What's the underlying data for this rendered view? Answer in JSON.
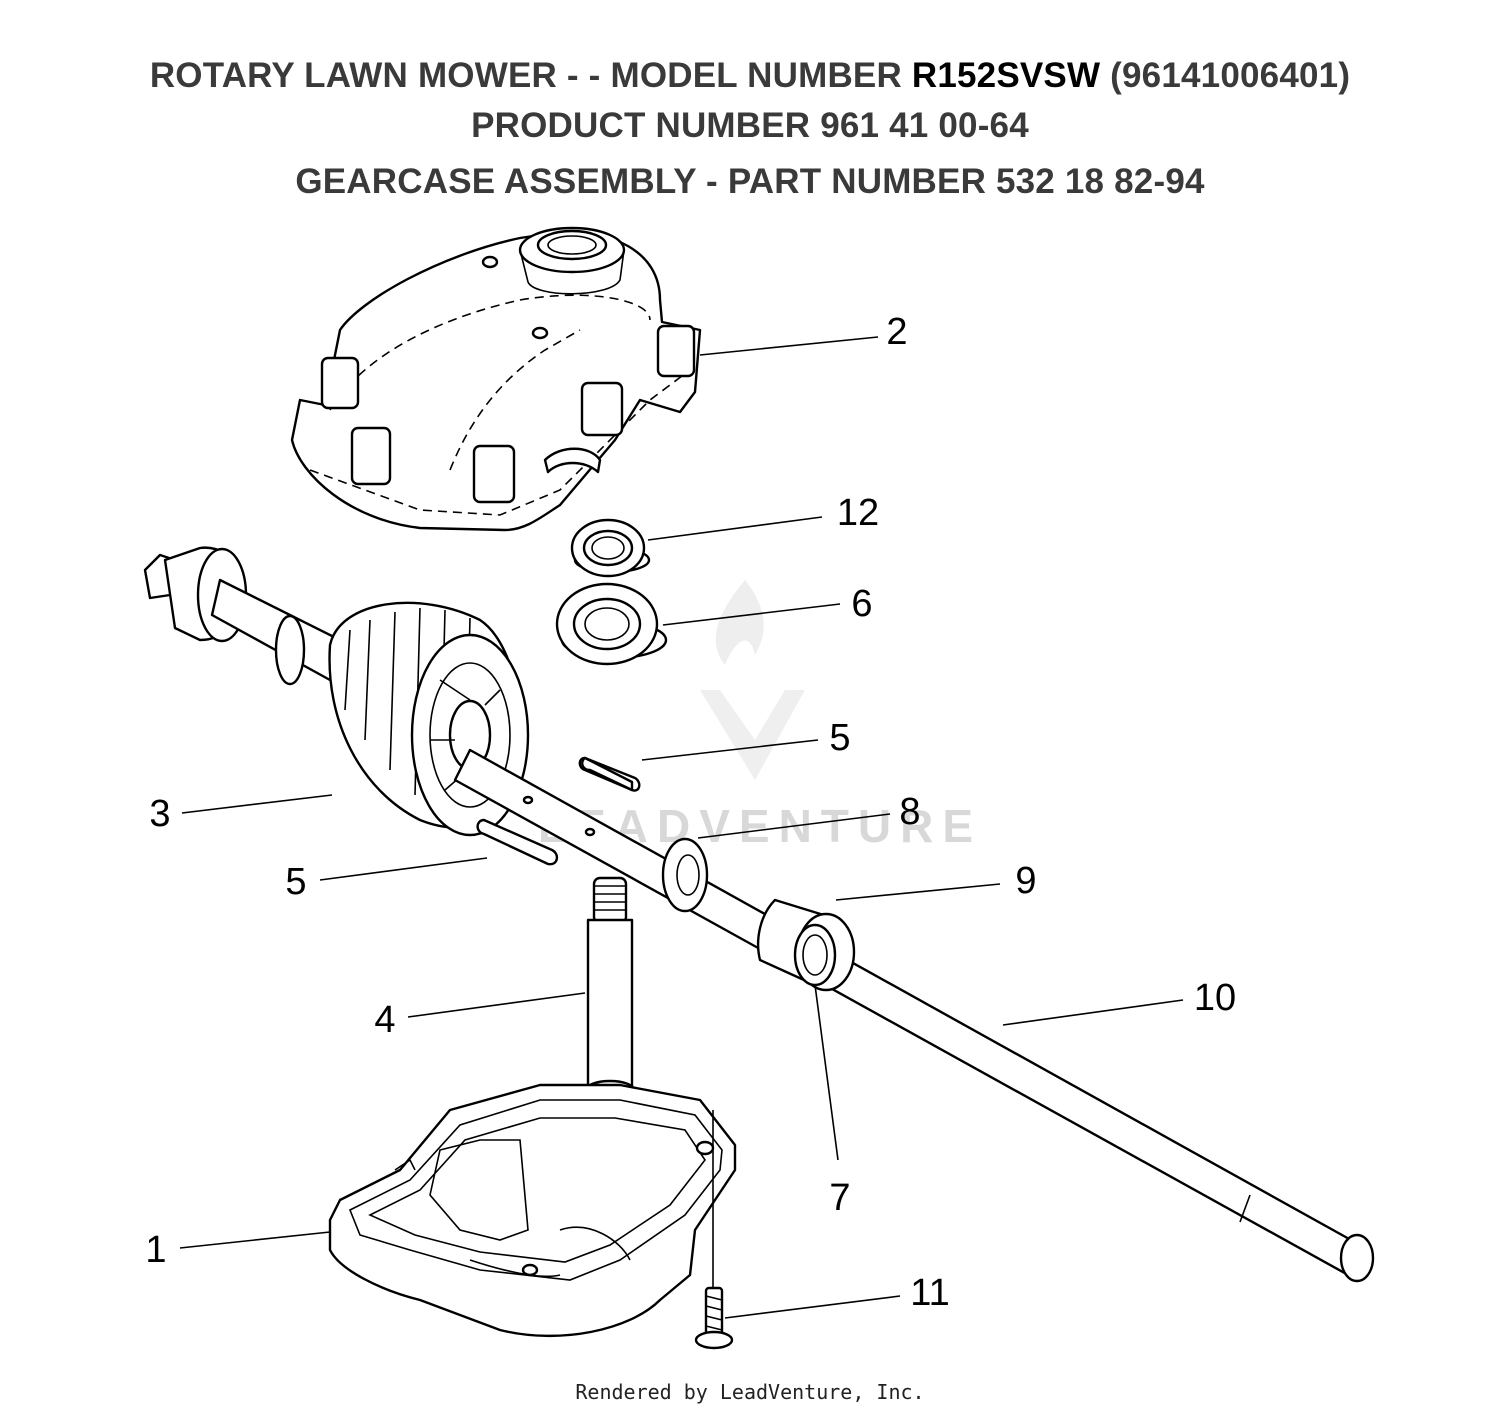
{
  "header": {
    "line1_prefix": "ROTARY LAWN MOWER - - MODEL NUMBER",
    "line1_model": "R152SVSW",
    "line1_suffix": "(96141006401)",
    "line2": "PRODUCT NUMBER 961 41 00-64",
    "line3": "GEARCASE ASSEMBLY - PART NUMBER 532 18 82-94"
  },
  "watermark": {
    "text": "LEADVENTURE"
  },
  "callouts": {
    "c1": "1",
    "c2": "2",
    "c3": "3",
    "c4": "4",
    "c5a": "5",
    "c5b": "5",
    "c6": "6",
    "c7": "7",
    "c8": "8",
    "c9": "9",
    "c10": "10",
    "c11": "11",
    "c12": "12"
  },
  "footer": {
    "text": "Rendered by LeadVenture, Inc."
  }
}
